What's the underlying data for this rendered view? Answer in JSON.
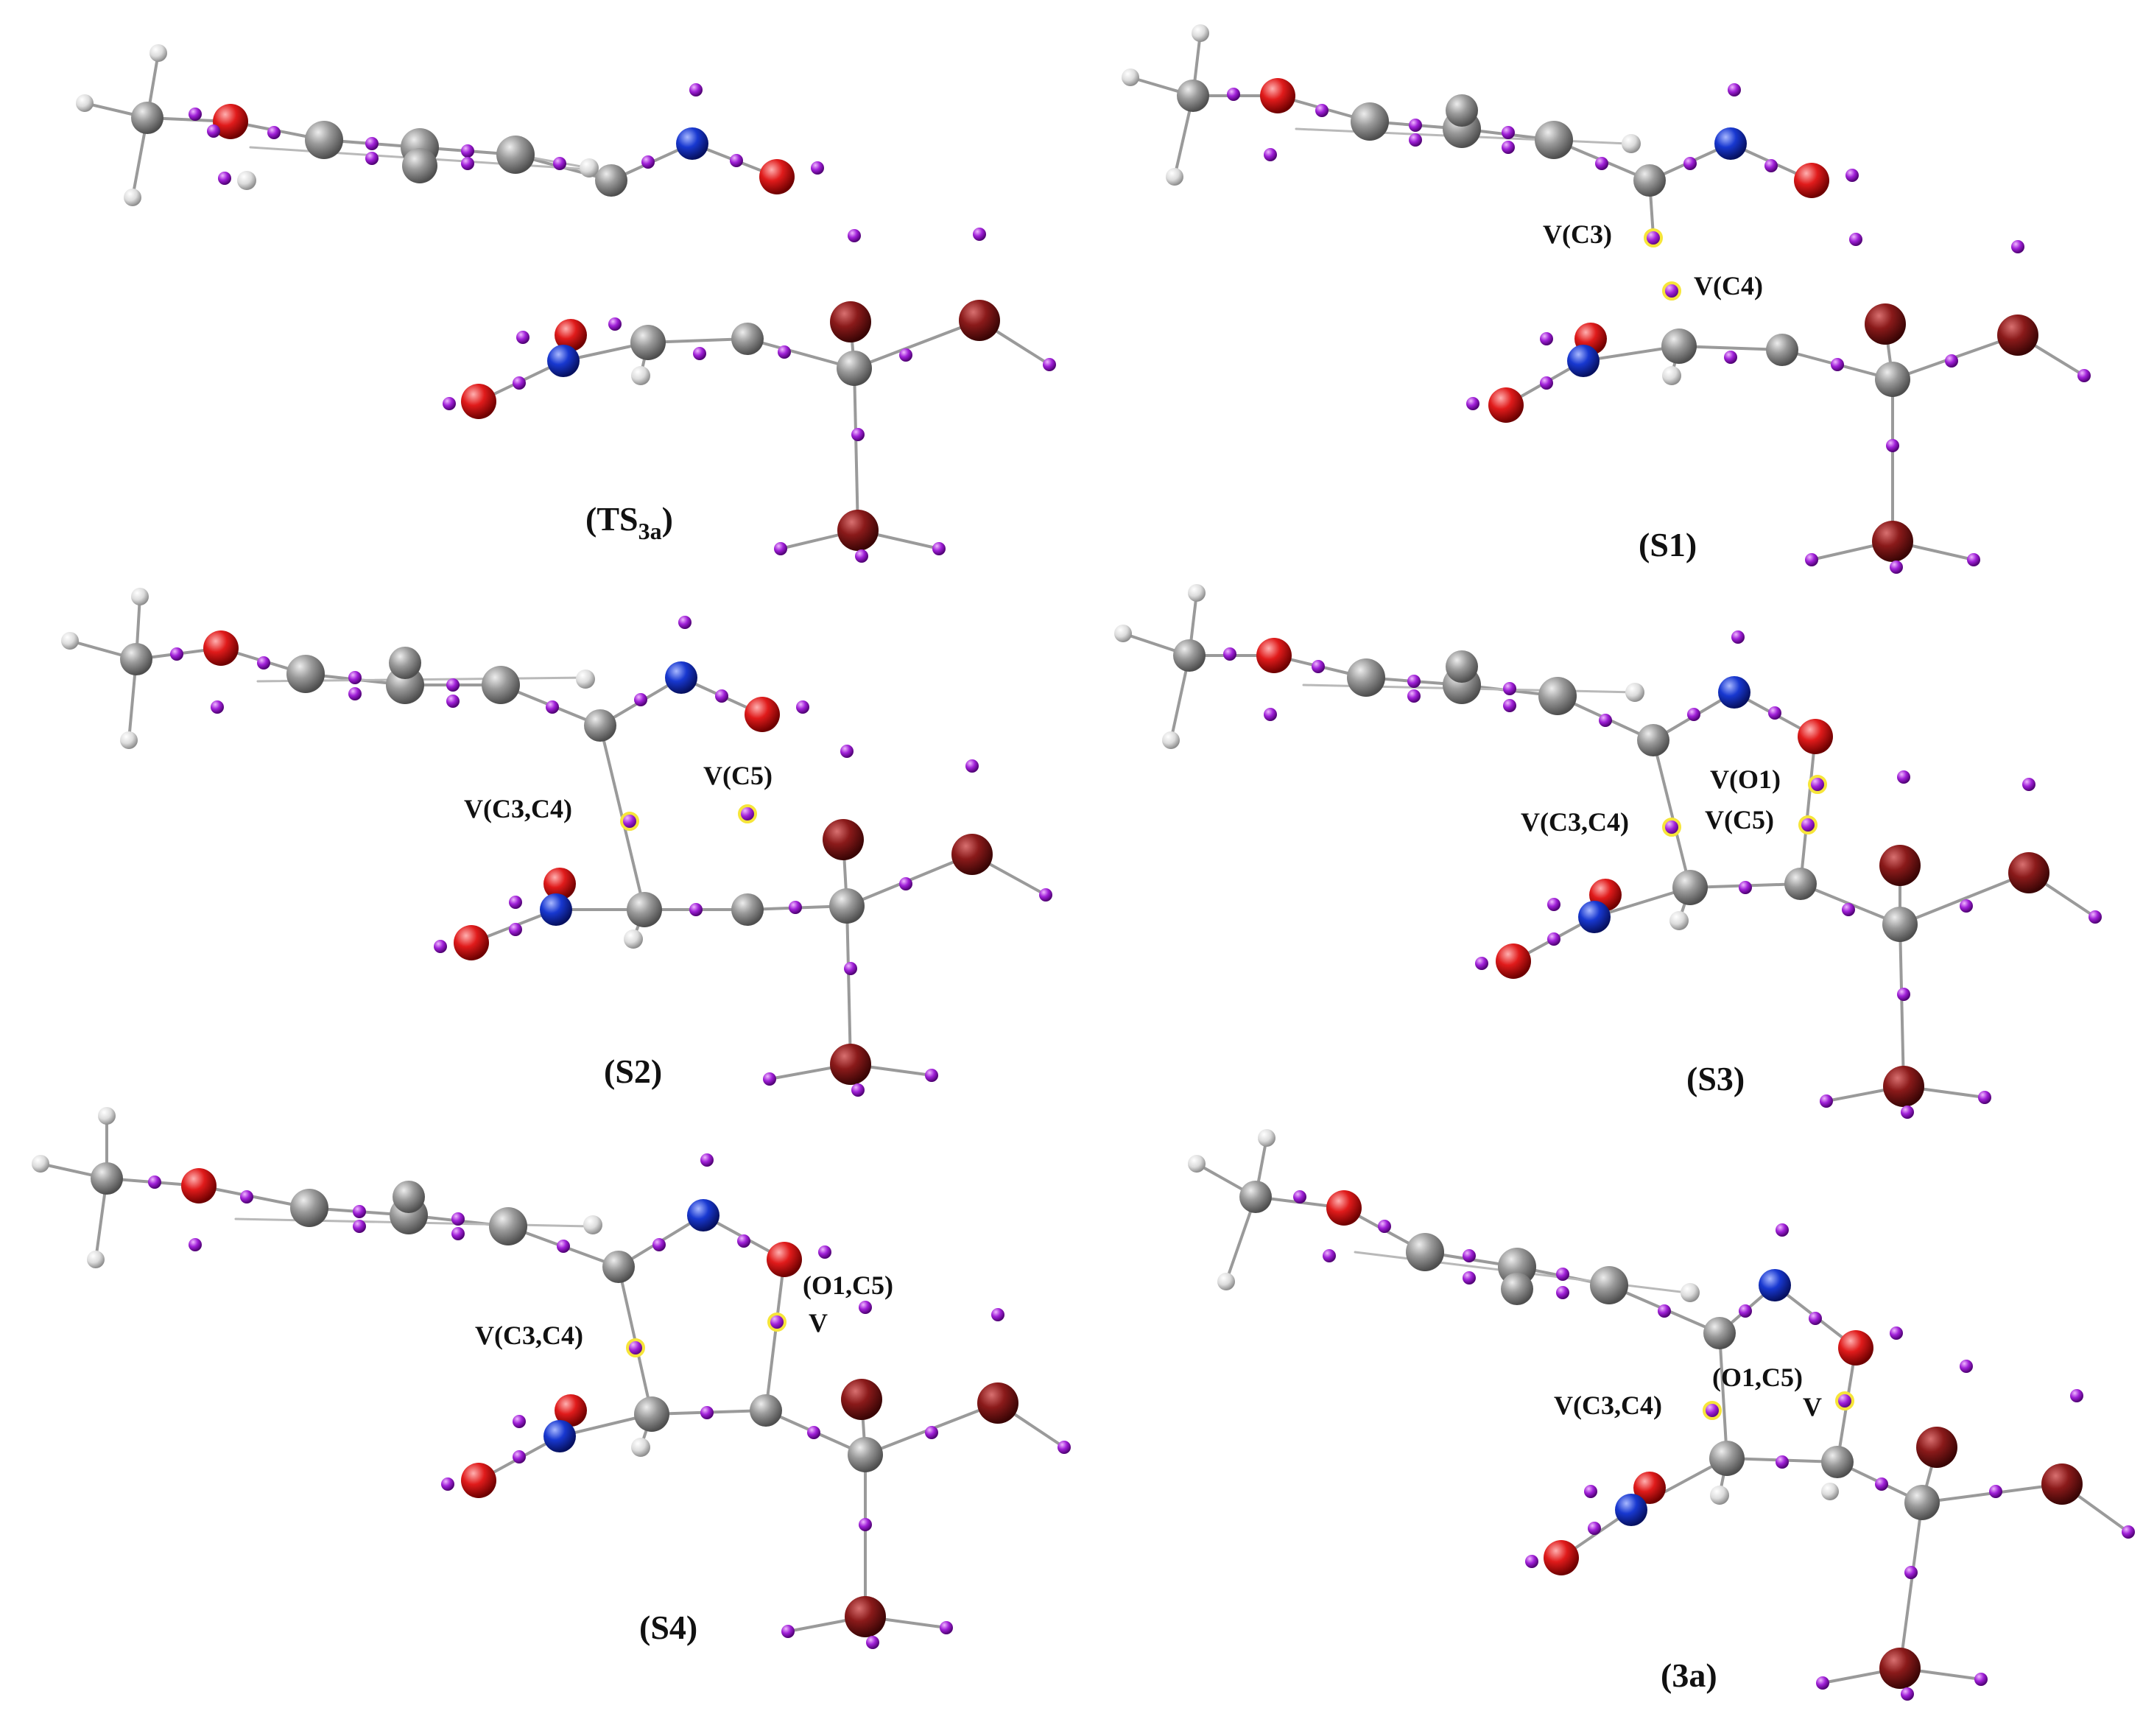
{
  "colors": {
    "carbon": "#8c8c8c",
    "hydrogen": "#e6e6e6",
    "oxygen": "#e01b1b",
    "nitrogen": "#1838d0",
    "bromine": "#8a1a1a",
    "basin": "#a020d8",
    "basin_highlight": "#f6e53a"
  },
  "panels": [
    {
      "id": "ts3a",
      "caption": {
        "main": "(TS",
        "sub": "3a",
        "end": ")"
      },
      "labels": []
    },
    {
      "id": "s1",
      "caption": {
        "main": "(S1)",
        "sub": "",
        "end": ""
      },
      "labels": [
        "V(C3)",
        "V(C4)"
      ]
    },
    {
      "id": "s2",
      "caption": {
        "main": "(S2)",
        "sub": "",
        "end": ""
      },
      "labels": [
        "V(C3,C4)",
        "V(C5)"
      ]
    },
    {
      "id": "s3",
      "caption": {
        "main": "(S3)",
        "sub": "",
        "end": ""
      },
      "labels": [
        "V(O1)",
        "V(C3,C4)",
        "V(C5)"
      ]
    },
    {
      "id": "s4",
      "caption": {
        "main": "(S4)",
        "sub": "",
        "end": ""
      },
      "labels": [
        "(O1,C5)",
        "V",
        "V(C3,C4)"
      ]
    },
    {
      "id": "p3a",
      "caption": {
        "main": "(3a)",
        "sub": "",
        "end": ""
      },
      "labels": [
        "(O1,C5)",
        "V(C3,C4)",
        "V"
      ]
    }
  ]
}
